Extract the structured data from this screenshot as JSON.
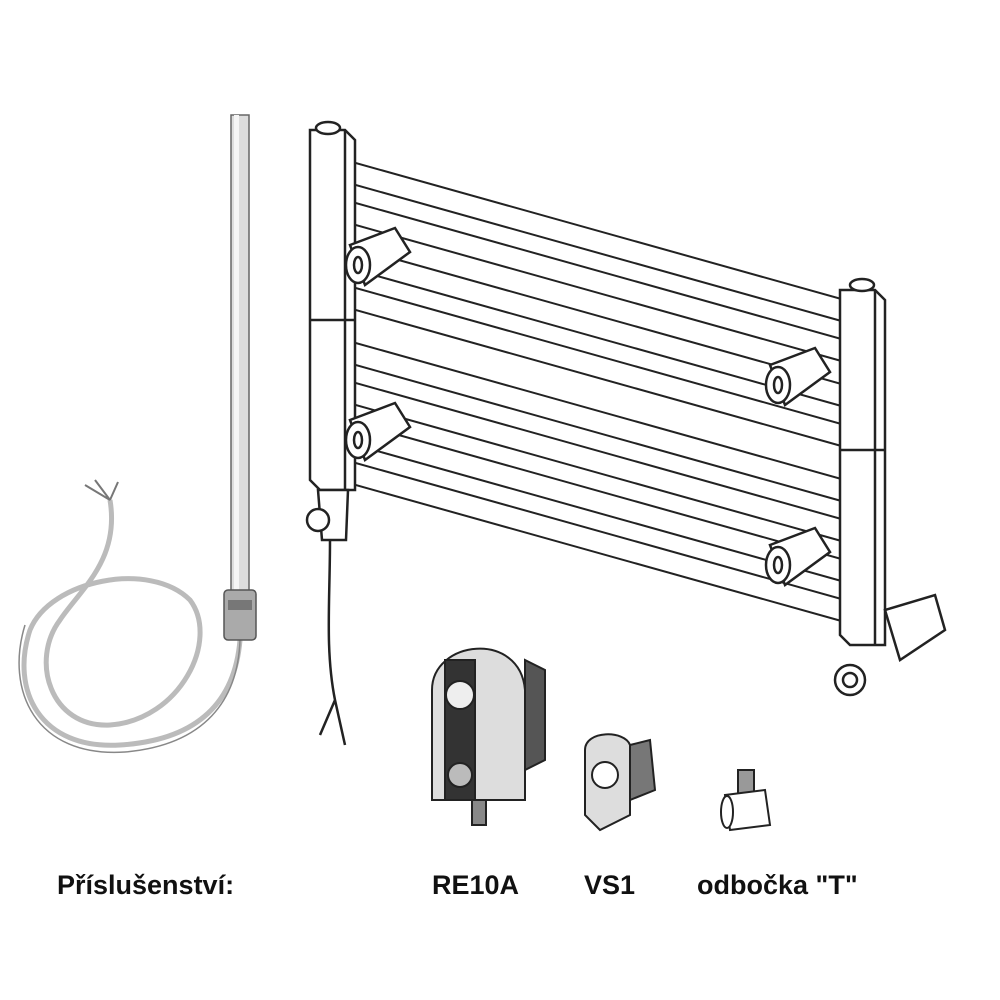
{
  "labels": {
    "accessories": "Příslušenství:",
    "controller": "RE10A",
    "switch": "VS1",
    "tee": "odbočka \"T\""
  },
  "colors": {
    "ink": "#222222",
    "text": "#111111"
  }
}
